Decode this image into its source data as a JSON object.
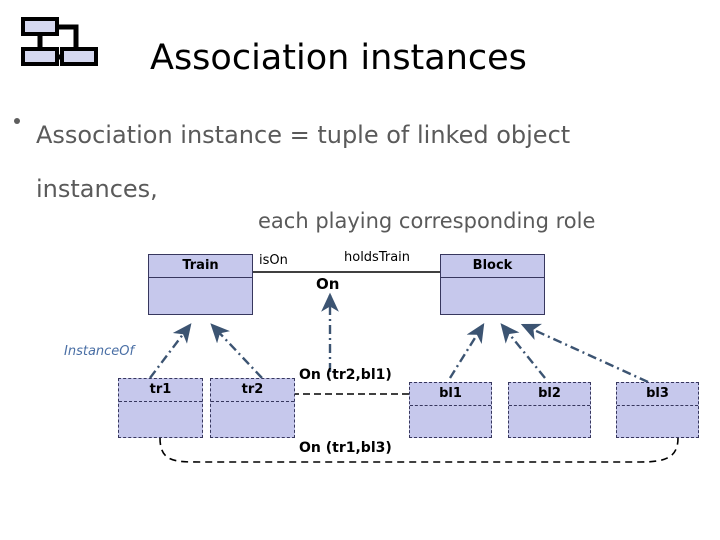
{
  "slide": {
    "logo_icon": "class-diagram-icon",
    "title": "Association instances",
    "bullet": "Association instance =  tuple of linked object instances,",
    "subline": "each playing corresponding role",
    "text_color": "#5a5a5a",
    "title_color": "#000000"
  },
  "diagram": {
    "box_fill": "#c6c8ec",
    "box_stroke": "#37375e",
    "arrow_color": "#3c5472",
    "link_color": "#000000",
    "instanceof_color": "#4a6fa5",
    "classes": [
      {
        "id": "train",
        "name": "Train"
      },
      {
        "id": "block",
        "name": "Block"
      }
    ],
    "association": {
      "name": "On",
      "role_left": "isOn",
      "role_right": "holdsTrain"
    },
    "instances": [
      {
        "id": "tr1",
        "name": "tr1"
      },
      {
        "id": "tr2",
        "name": "tr2"
      },
      {
        "id": "bl1",
        "name": "bl1"
      },
      {
        "id": "bl2",
        "name": "bl2"
      },
      {
        "id": "bl3",
        "name": "bl3"
      }
    ],
    "links": [
      {
        "id": "link-tr2-bl1",
        "label": "On (tr2,bl1)"
      },
      {
        "id": "link-tr1-bl3",
        "label": "On (tr1,bl3)"
      }
    ],
    "instanceof_label": "InstanceOf"
  }
}
